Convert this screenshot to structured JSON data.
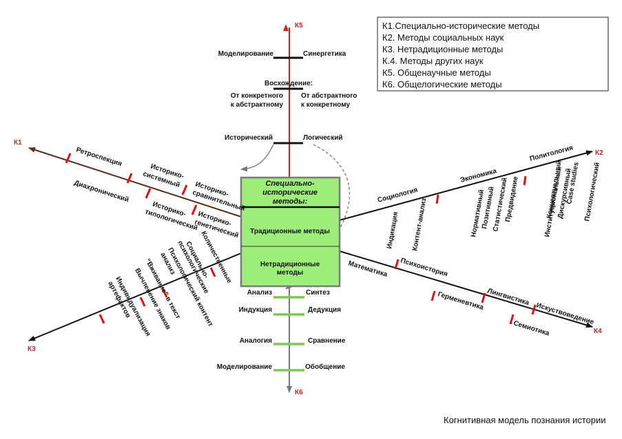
{
  "legend": [
    "К1.Специально-исторические методы",
    "К2. Методы социальных наук",
    "К3. Нетрадиционные методы",
    "К.4. Методы других наук",
    "К5. Общенаучные методы",
    "К6. Общелогические методы"
  ],
  "axes": {
    "k1": "К1",
    "k2": "К2",
    "k3": "К3",
    "k4": "К4",
    "k5": "К5",
    "k6": "К6"
  },
  "center_box": {
    "title_line1": "Специально-",
    "title_line2": "исторические",
    "title_line3": "методы:",
    "traditional": "Традиционные методы",
    "nontraditional_line1": "Нетрадиционные",
    "nontraditional_line2": "методы"
  },
  "k5": {
    "modeling": "Моделирование",
    "synergetics": "Синергетика",
    "ascent": "Восхождение:",
    "concrete_line1": "От конкретного",
    "concrete_line2": "к абстрактному",
    "abstract_line1": "От абстрактного",
    "abstract_line2": "к конкретному",
    "historical": "Исторический",
    "logical": "Логический"
  },
  "k6": {
    "analysis": "Анализ",
    "synthesis": "Синтез",
    "induction": "Индукция",
    "deduction": "Дедукция",
    "analogy": "Аналогия",
    "comparison": "Сравнение",
    "modeling": "Моделирование",
    "generalization": "Обобщение"
  },
  "k1": {
    "retrospection": "Ретроспекция",
    "diachronic": "Диахронический",
    "systemic_line1": "Историко-",
    "systemic_line2": "системный",
    "typological_line1": "Историко-",
    "typological_line2": "типологический",
    "comparative_line1": "Историко-",
    "comparative_line2": "сравнительный",
    "genetic_line1": "Историко-",
    "genetic_line2": "генетический"
  },
  "k2": {
    "sociology": "Социология",
    "economics": "Экономика",
    "politology": "Политология",
    "indication": "Индикация",
    "content_analysis": "Контент-анализ",
    "positive": "Позитивный",
    "normative": "Нормативный",
    "statistical": "Статистический",
    "representation": "Предвидение",
    "institutional": "Институциональный",
    "conceptual": "Концептуальный",
    "discursive": "Дискурсивный",
    "case_studies": "Case studies",
    "psychological": "Психологический"
  },
  "k3": {
    "quantitative": "Количественные",
    "sociopsych_line1": "Социально-",
    "sociopsych_line2": "психологические",
    "psycholog_content_line1": "Психологический контент",
    "psycholog_content_line2": "анализ",
    "empathy": "“Вживание” в текст",
    "sign_reading": "Вычленение знаков",
    "individualization_line1": "Индивидуализация",
    "individualization_line2": "артефактов"
  },
  "k4": {
    "mathematics": "Математика",
    "psychohistory": "Психоистория",
    "hermeneutics": "Герменевтика",
    "linguistics": "Лингвистика",
    "semiotics": "Семиотика",
    "art_history": "Искуствоведение"
  },
  "caption": "Когнитивная модель познания истории",
  "colors": {
    "axis_red": "#d42020",
    "axis_brown": "#5a2d1a",
    "axis_gray": "#777777",
    "box_fill": "#9dee7a",
    "box_border": "#7a7a7a",
    "tick_red": "#e01010",
    "tick_green": "#7cc850"
  }
}
